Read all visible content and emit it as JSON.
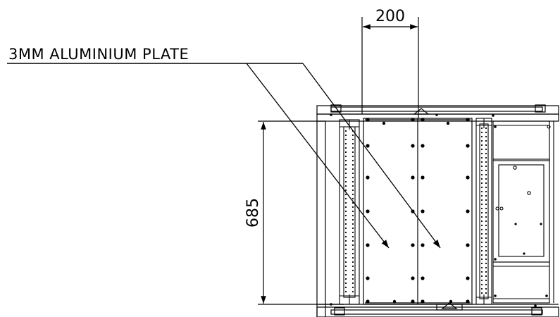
{
  "annotations": {
    "material_note": "3MM ALUMINIUM PLATE"
  },
  "dimensions": {
    "width_label": "200",
    "height_label": "685"
  }
}
